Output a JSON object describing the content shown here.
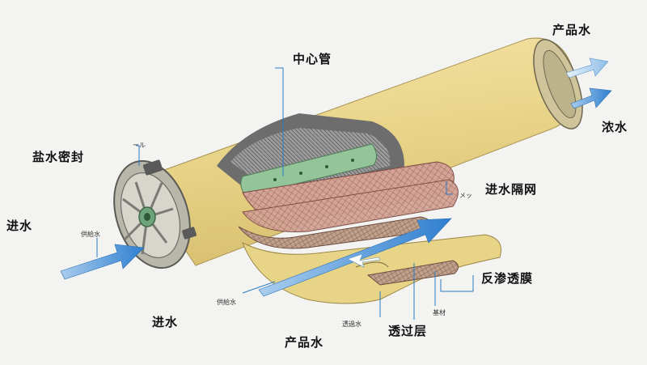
{
  "labels": {
    "center_tube": "中心管",
    "product_water_top": "产品水",
    "concentrate": "浓水",
    "brine_seal": "盐水密封",
    "brine_seal_small": "ール",
    "feed_spacer": "进水隔网",
    "feed_spacer_small": "メッ",
    "feed_water_left": "进水",
    "feed_water_small": "供給水",
    "ro_membrane": "反渗透膜",
    "feed_water_bottom_small": "供給水",
    "feed_water_bottom": "进水",
    "permeate_small": "透過水",
    "permeate_layer": "透过层",
    "support_small": "基材",
    "product_water_bottom": "产品水"
  },
  "colors": {
    "vessel_yellow": "#ecd98f",
    "arrow_blue": "#3f8fd8",
    "mesh_pink": "#c98f84",
    "tube_green": "#93c49a"
  }
}
